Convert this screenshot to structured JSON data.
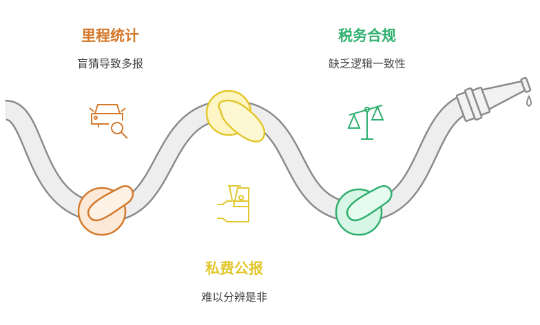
{
  "colors": {
    "orange": "#d4782a",
    "yellow": "#e2c62a",
    "green": "#2eaf6e",
    "rope": "#8a8a8a"
  },
  "items": [
    {
      "title": "里程统计",
      "subtitle": "盲猜导致多报",
      "icon": "car-search-icon"
    },
    {
      "title": "私费公报",
      "subtitle": "难以分辨是非",
      "icon": "hand-money-icon"
    },
    {
      "title": "税务合规",
      "subtitle": "缺乏逻辑一致性",
      "icon": "scale-icon"
    }
  ]
}
